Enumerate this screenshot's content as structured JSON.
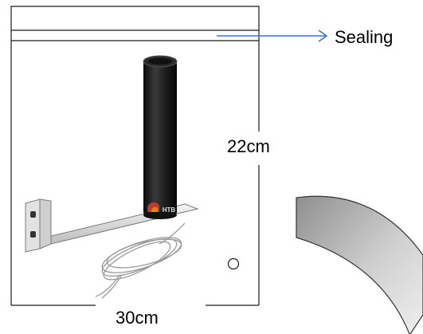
{
  "labels": {
    "sealing": "Sealing",
    "height": "22cm",
    "width": "30cm"
  },
  "product": {
    "brand_text": "HTB"
  },
  "colors": {
    "outline": "#1a1a1a",
    "arrow": "#4472c4",
    "antenna_body": "#1c1c1c",
    "bracket": "#e6e6e6",
    "curve_fill_dark": "#8f8f8f",
    "curve_fill_light": "#eeeeee"
  },
  "icons": {
    "arrow": "right-arrow",
    "hole": "circle"
  }
}
